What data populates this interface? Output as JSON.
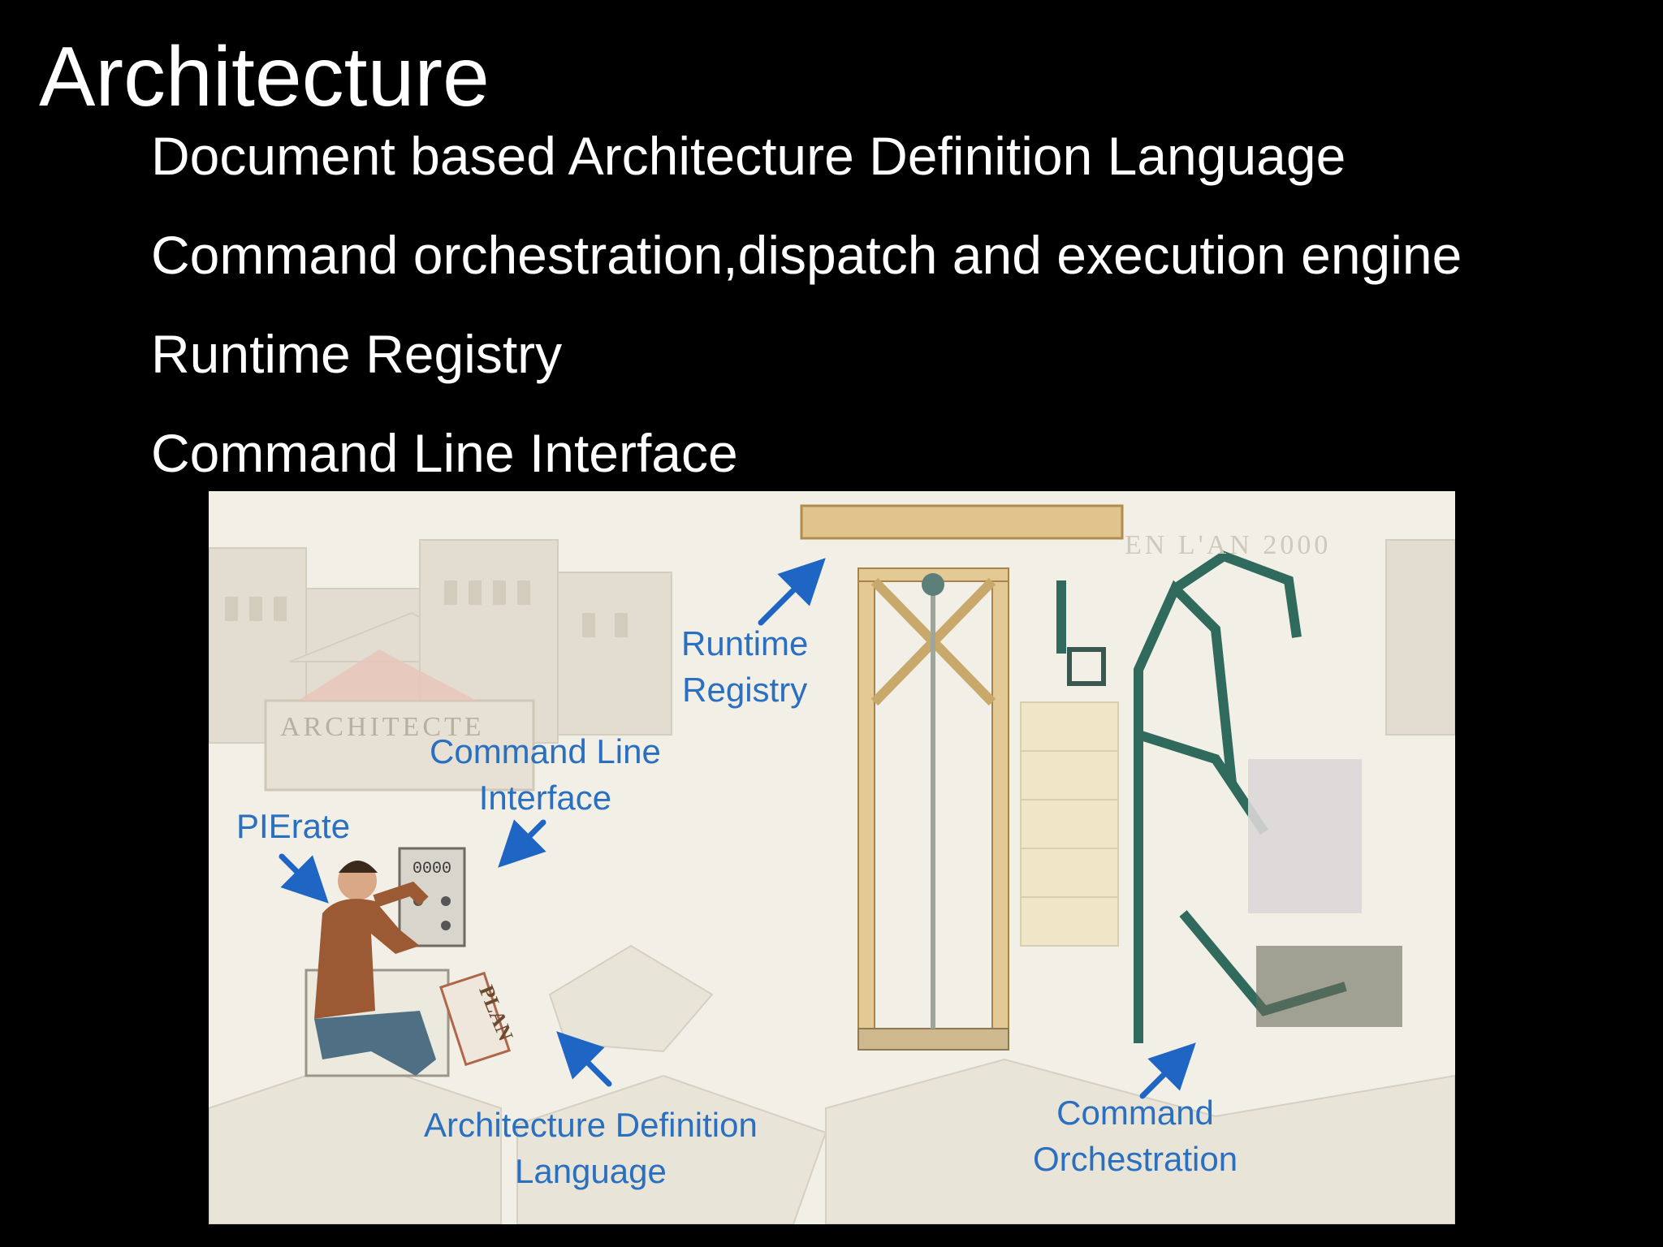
{
  "slide": {
    "title": "Architecture",
    "bullets": [
      "Document based Architecture Definition Language",
      "Command orchestration,dispatch and execution engine",
      "Runtime Registry",
      "Command Line Interface"
    ]
  },
  "illustration": {
    "labels": {
      "runtime_registry": [
        "Runtime",
        "Registry"
      ],
      "command_line_interface": [
        "Command Line",
        "Interface"
      ],
      "pierate": "PIErate",
      "architecture_definition_language": [
        "Architecture Definition",
        "Language"
      ],
      "command_orchestration": [
        "Command",
        "Orchestration"
      ]
    },
    "sign_text": "ARCHITECTE",
    "year_text": "EN L'AN 2000",
    "plan_text": "PLAN",
    "panel_text": "0000",
    "colors": {
      "label": "#2a6fc0",
      "arrow": "#1f66c4",
      "background": "#000000",
      "text": "#ffffff"
    }
  }
}
